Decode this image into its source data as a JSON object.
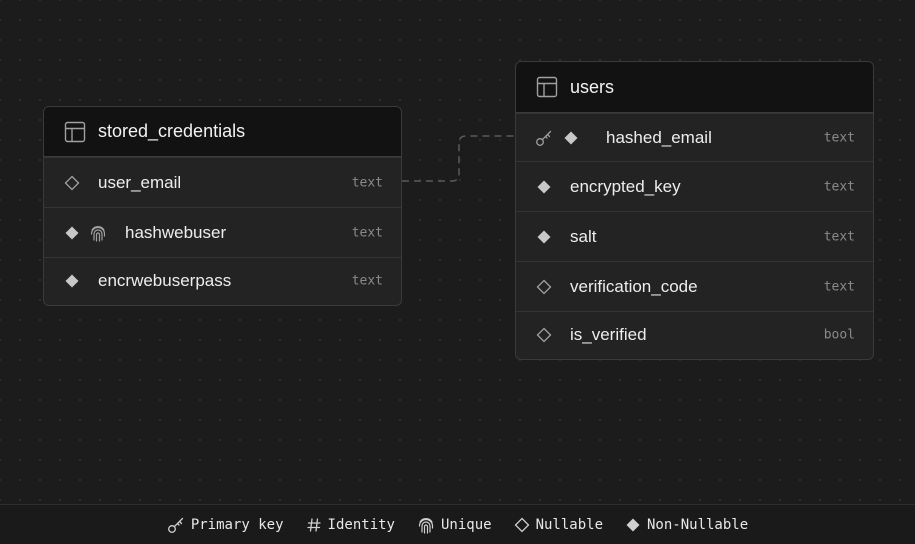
{
  "tables": {
    "stored_credentials": {
      "name": "stored_credentials",
      "columns": [
        {
          "name": "user_email",
          "type": "text",
          "nullable": true,
          "unique": false,
          "primary_key": false
        },
        {
          "name": "hashwebuser",
          "type": "text",
          "nullable": false,
          "unique": true,
          "primary_key": false
        },
        {
          "name": "encrwebuserpass",
          "type": "text",
          "nullable": false,
          "unique": false,
          "primary_key": false
        }
      ]
    },
    "users": {
      "name": "users",
      "columns": [
        {
          "name": "hashed_email",
          "type": "text",
          "nullable": false,
          "unique": false,
          "primary_key": true
        },
        {
          "name": "encrypted_key",
          "type": "text",
          "nullable": false,
          "unique": false,
          "primary_key": false
        },
        {
          "name": "salt",
          "type": "text",
          "nullable": false,
          "unique": false,
          "primary_key": false
        },
        {
          "name": "verification_code",
          "type": "text",
          "nullable": true,
          "unique": false,
          "primary_key": false
        },
        {
          "name": "is_verified",
          "type": "bool",
          "nullable": true,
          "unique": false,
          "primary_key": false
        }
      ]
    }
  },
  "relationship": {
    "from": "stored_credentials.user_email",
    "to": "users.hashed_email"
  },
  "legend": {
    "primary_key": "Primary key",
    "identity": "Identity",
    "unique": "Unique",
    "nullable": "Nullable",
    "non_nullable": "Non-Nullable"
  },
  "colors": {
    "background": "#1c1c1c",
    "card": "#232323",
    "header": "#121212",
    "border": "#3a3a3a",
    "text": "#ededed",
    "muted": "#8a8a8a",
    "icon": "#a0a0a0",
    "connector": "#5a5a5a"
  }
}
